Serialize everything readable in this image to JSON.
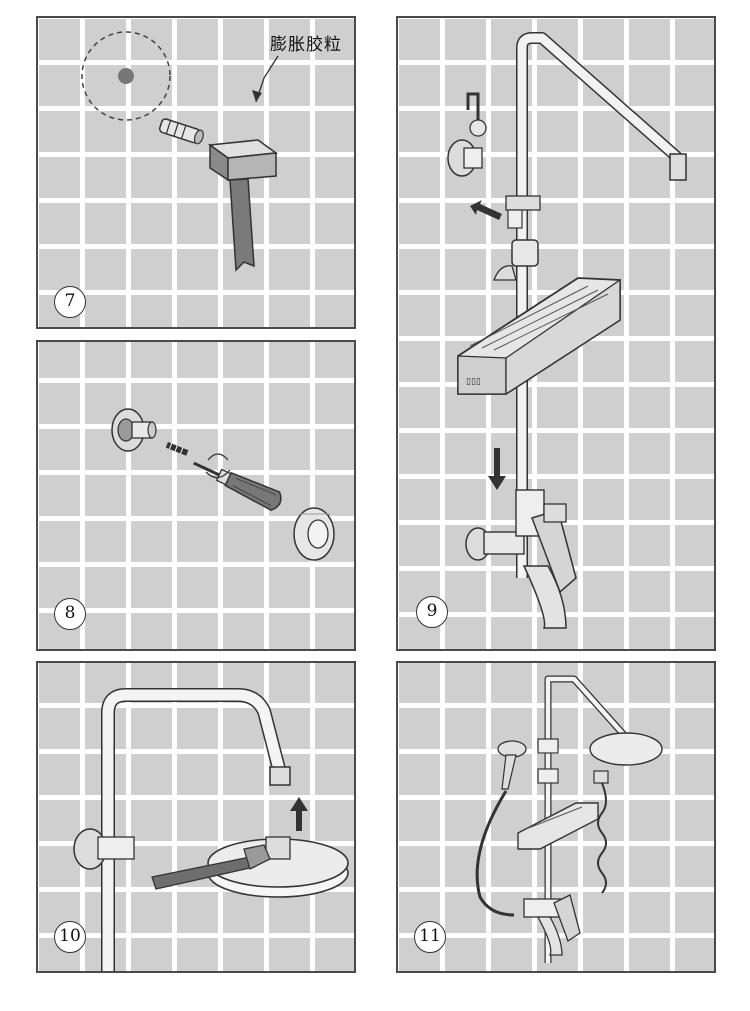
{
  "figure": {
    "steps": [
      {
        "number": "7",
        "callout": "膨胀胶粒"
      },
      {
        "number": "8"
      },
      {
        "number": "9"
      },
      {
        "number": "10"
      },
      {
        "number": "11"
      }
    ],
    "colors": {
      "tile": "#cfcfcf",
      "grout": "#ffffff",
      "outline": "#333333",
      "panel_border": "#4a4a4a"
    }
  }
}
